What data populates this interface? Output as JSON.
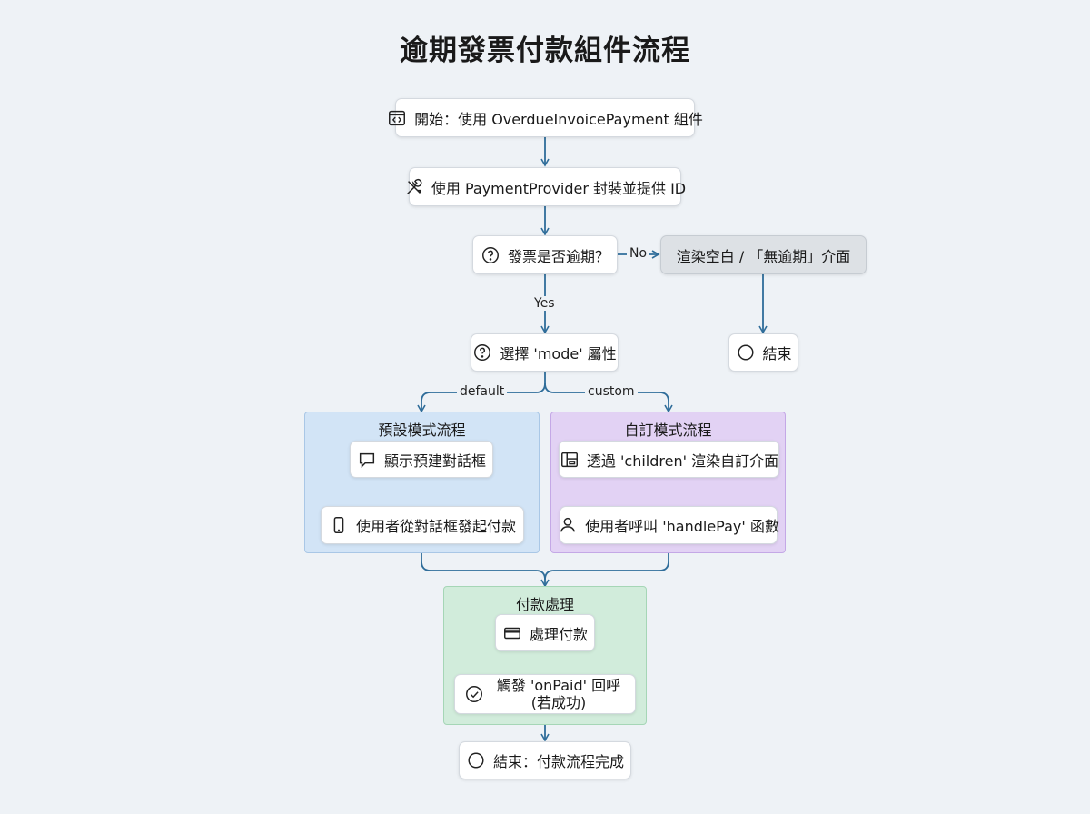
{
  "title": "逾期發票付款組件流程",
  "nodes": {
    "start": {
      "label": "開始：使用 OverdueInvoicePayment 組件",
      "icon": "code-window-icon"
    },
    "provider": {
      "label": "使用 PaymentProvider 封裝並提供 ID",
      "icon": "tools-icon"
    },
    "is_overdue": {
      "label": "發票是否逾期？",
      "icon": "question-circle-icon"
    },
    "render_empty": {
      "label": "渲染空白 / 「無逾期」介面"
    },
    "end_early": {
      "label": "結束",
      "icon": "circle-icon"
    },
    "select_mode": {
      "label": "選擇 'mode' 屬性",
      "icon": "question-circle-icon"
    },
    "show_dialog": {
      "label": "顯示預建對話框",
      "icon": "chat-bubble-icon"
    },
    "user_dialog_pay": {
      "label": "使用者從對話框發起付款",
      "icon": "mobile-icon"
    },
    "render_children": {
      "label": "透過 'children' 渲染自訂介面",
      "icon": "layout-icon"
    },
    "call_handlepay": {
      "label": "使用者呼叫 'handlePay' 函數",
      "icon": "user-icon"
    },
    "process_payment": {
      "label": "處理付款",
      "icon": "credit-card-icon"
    },
    "trigger_onpaid": {
      "label": "觸發 'onPaid' 回呼\n(若成功)",
      "icon": "check-circle-icon"
    },
    "end_done": {
      "label": "結束：付款流程完成",
      "icon": "circle-icon"
    }
  },
  "groups": {
    "default_flow": "預設模式流程",
    "custom_flow": "自訂模式流程",
    "payment_processing": "付款處理"
  },
  "edge_labels": {
    "no": "No",
    "yes": "Yes",
    "default": "default",
    "custom": "custom"
  },
  "colors": {
    "edge": "#2f6d9a",
    "default_group": "#d2e4f6",
    "custom_group": "#e2d2f4",
    "payment_group": "#d1ecdb",
    "gray_node": "#dde1e5"
  }
}
